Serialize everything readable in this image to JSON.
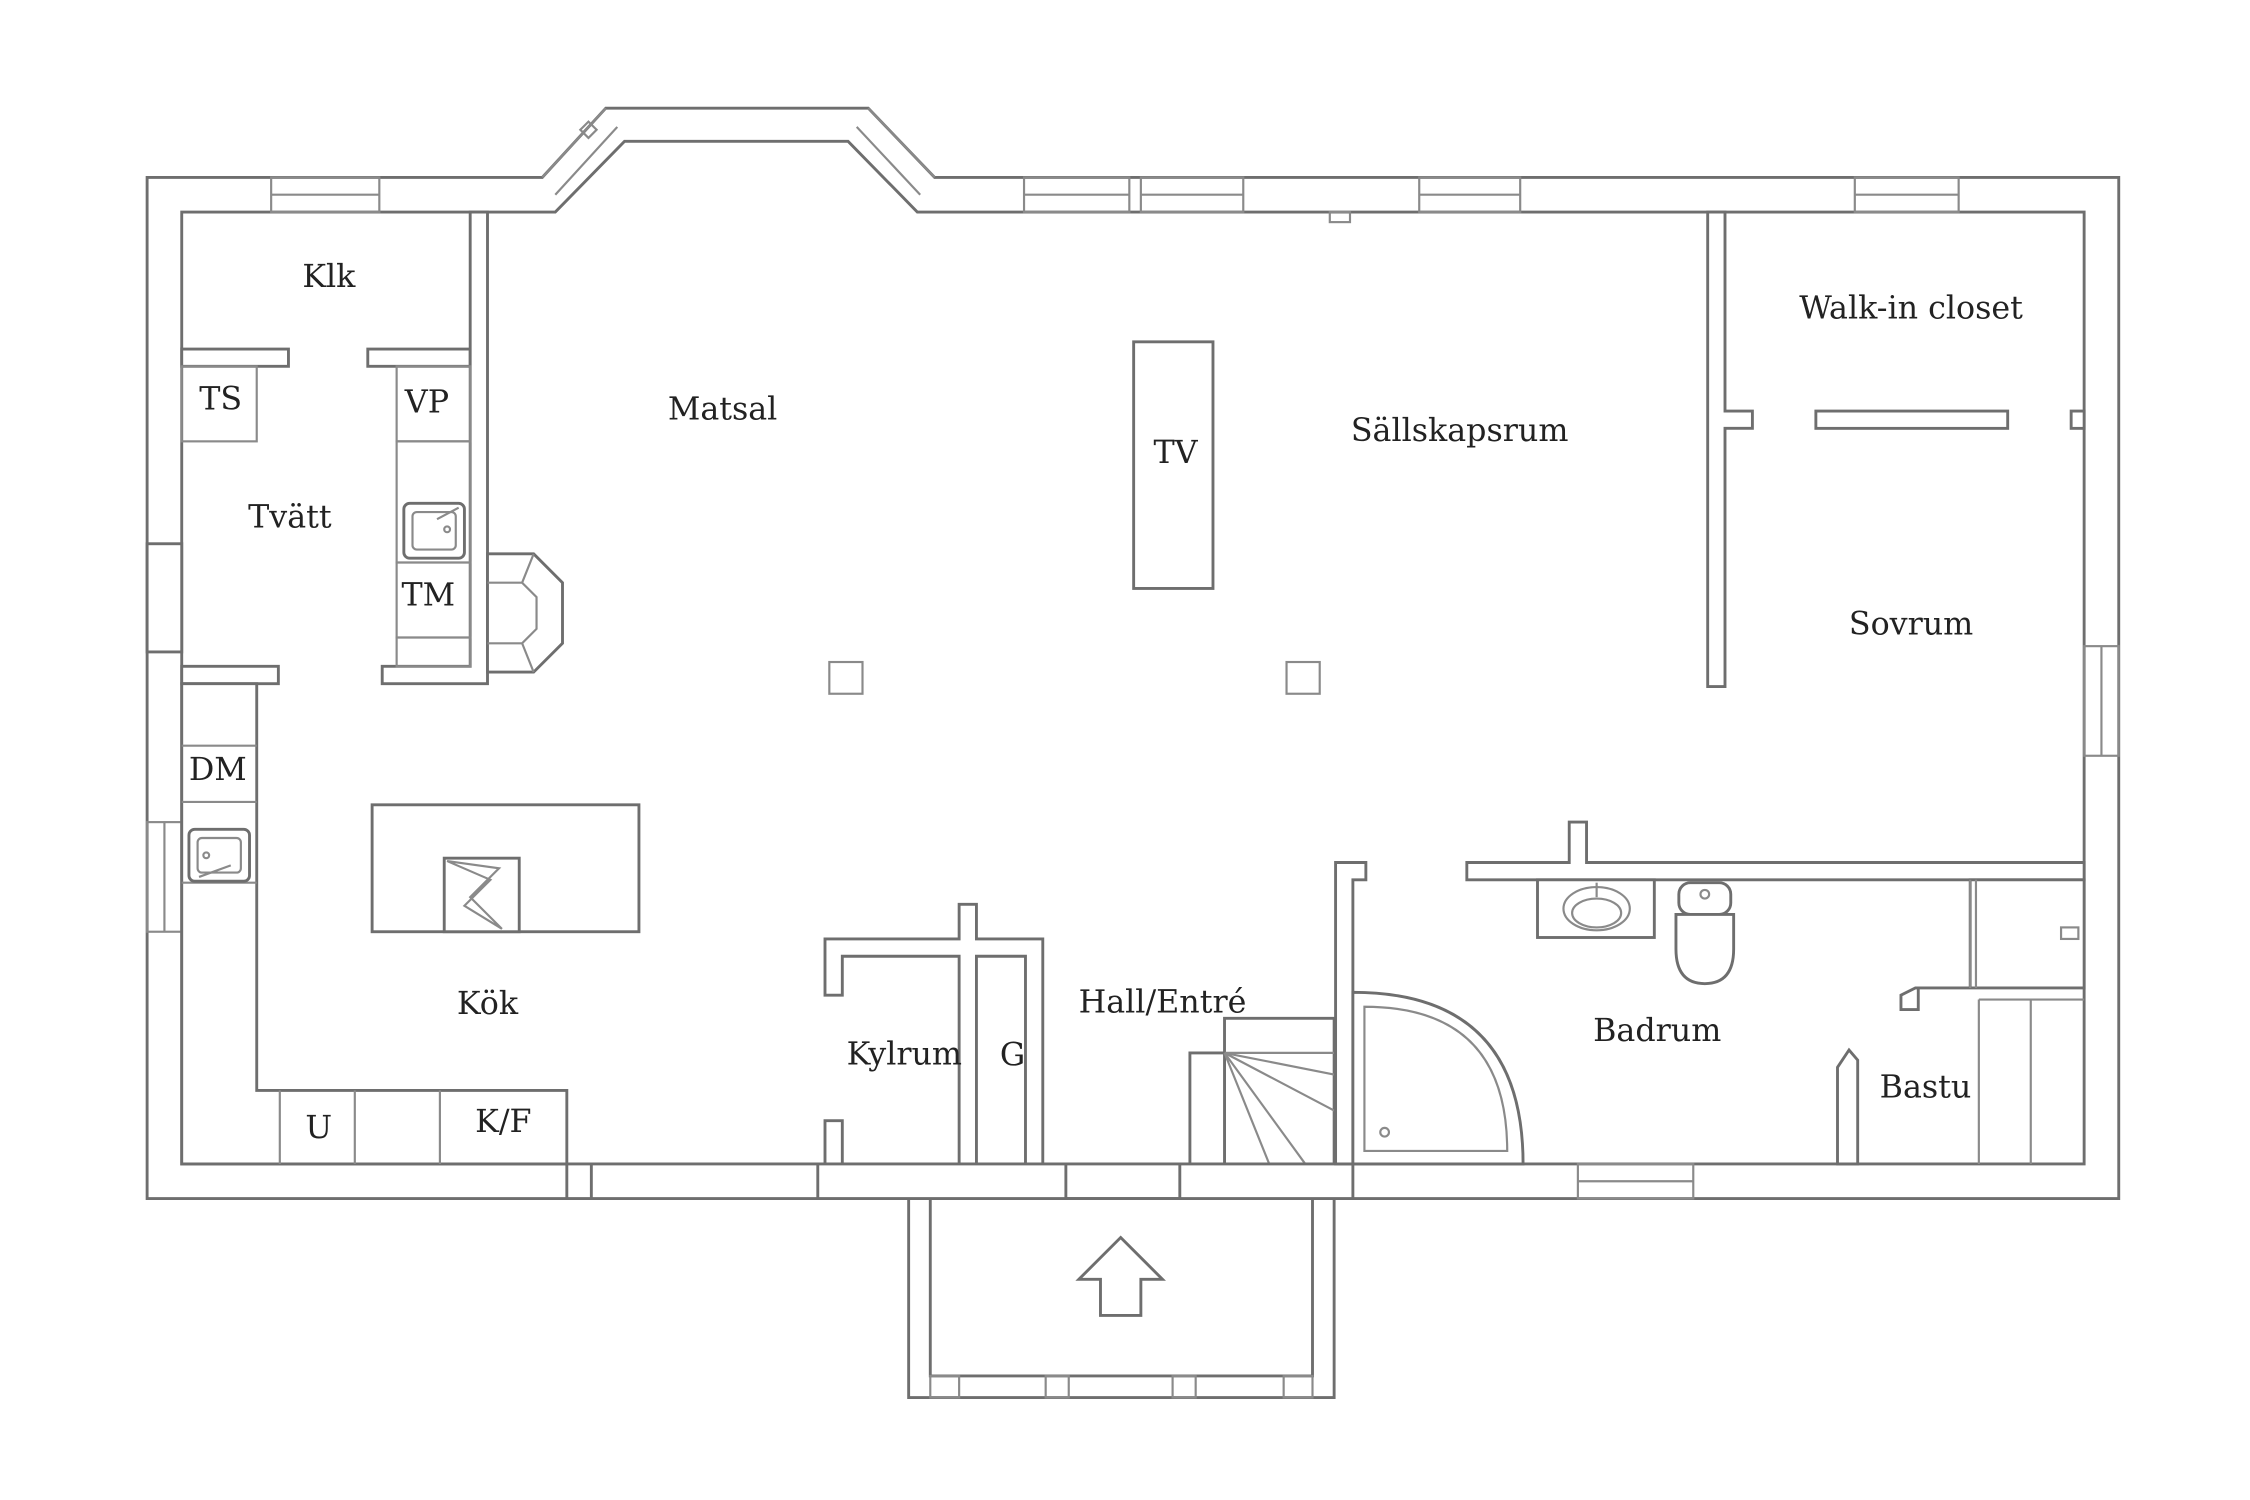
{
  "rooms": {
    "klk": "Klk",
    "ts": "TS",
    "vp": "VP",
    "tvatt": "Tvätt",
    "tm": "TM",
    "matsal": "Matsal",
    "tv": "TV",
    "sallskapsrum": "Sällskapsrum",
    "walk_in_closet": "Walk-in closet",
    "sovrum": "Sovrum",
    "dm": "DM",
    "kok": "Kök",
    "u": "U",
    "kf": "K/F",
    "kylrum": "Kylrum",
    "g": "G",
    "hall_entre": "Hall/Entré",
    "badrum": "Badrum",
    "bastu": "Bastu"
  },
  "colors": {
    "wall_stroke": "#6e6e6e",
    "label_text": "#222222",
    "background": "#ffffff"
  },
  "icons": {
    "entrance": "arrow-up-icon",
    "fireplace": "fireplace-icon",
    "stove": "stove-icon",
    "sink": "sink-icon",
    "toilet": "toilet-icon",
    "bathtub": "corner-bathtub-icon",
    "stairs": "stairs-icon"
  }
}
